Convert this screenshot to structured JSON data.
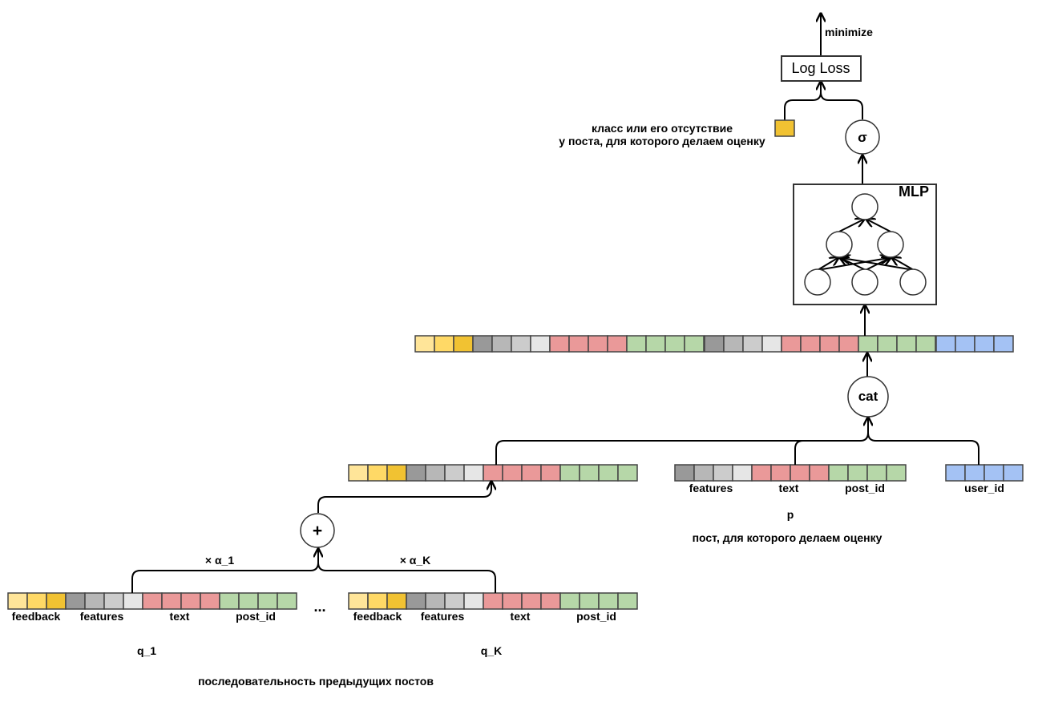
{
  "colors": {
    "feedback": [
      "#ffe599",
      "#ffd966",
      "#f1c232"
    ],
    "features": [
      "#999999",
      "#b7b7b7",
      "#cccccc",
      "#e6e6e6"
    ],
    "text": "#ea9999",
    "post_id": "#b6d7a8",
    "user_id": "#a4c2f4",
    "class_box": "#f1c232"
  },
  "top": {
    "minimize_label": "minimize",
    "loss_label": "Log Loss",
    "sigma_label": "σ",
    "class_note_line1": "класс или его отсутствие",
    "class_note_line2": "у поста, для которого делаем оценку",
    "mlp_label": "MLP",
    "cat_label": "cat"
  },
  "history": {
    "plus_label": "+",
    "alpha_first": "× α_1",
    "alpha_last": "× α_K",
    "ellipsis": "...",
    "q_first": "q_1",
    "q_last": "q_K",
    "caption": "последовательность предыдущих постов",
    "segment_labels": {
      "feedback": "feedback",
      "features": "features",
      "text": "text",
      "post_id": "post_id"
    }
  },
  "candidate": {
    "segment_labels": {
      "features": "features",
      "text": "text",
      "post_id": "post_id"
    },
    "p_label": "p",
    "caption": "пост, для которого делаем оценку"
  },
  "user": {
    "segment_label": "user_id"
  }
}
